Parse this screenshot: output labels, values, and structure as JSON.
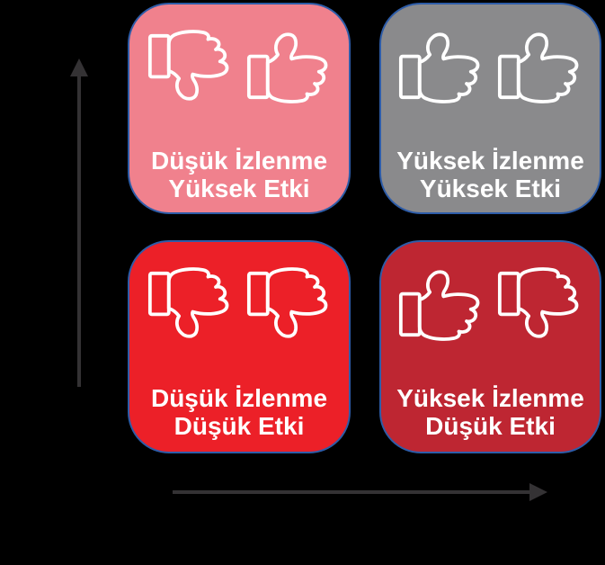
{
  "diagram": {
    "background": "#000000",
    "type": "2x2-matrix"
  },
  "colors": {
    "border": "#2D5CA8",
    "arrow": "#343234",
    "text": "#FFFFFF",
    "icon": "#FFFFFF"
  },
  "axes": {
    "y": {
      "direction": "up"
    },
    "x": {
      "direction": "right"
    }
  },
  "quadrants": [
    {
      "position": "top-left",
      "color": "#F0818D",
      "icons": [
        "thumbs-down",
        "thumbs-up"
      ],
      "line1": "Düşük İzlenme",
      "line2": "Yüksek Etki"
    },
    {
      "position": "top-right",
      "color": "#8A8A8C",
      "icons": [
        "thumbs-up",
        "thumbs-up"
      ],
      "line1": "Yüksek İzlenme",
      "line2": "Yüksek Etki"
    },
    {
      "position": "bottom-left",
      "color": "#EC2028",
      "icons": [
        "thumbs-down",
        "thumbs-down"
      ],
      "line1": "Düşük İzlenme",
      "line2": "Düşük Etki"
    },
    {
      "position": "bottom-right",
      "color": "#BE2632",
      "icons": [
        "thumbs-up",
        "thumbs-down"
      ],
      "line1": "Yüksek İzlenme",
      "line2": "Düşük Etki"
    }
  ]
}
